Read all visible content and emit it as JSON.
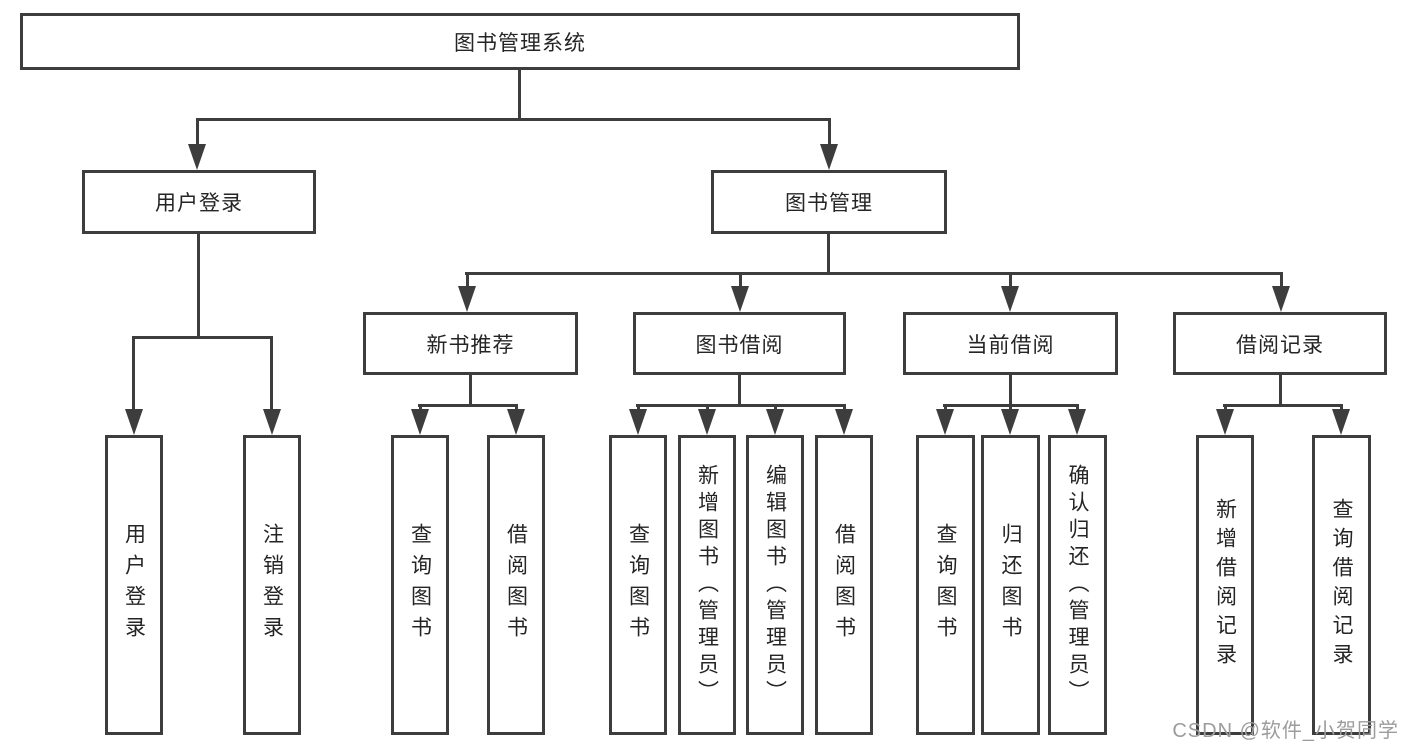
{
  "diagram_type": "hierarchy-tree",
  "colors": {
    "line": "#3d3d3d",
    "box_border": "#3d3d3d",
    "box_fill": "#ffffff",
    "text": "#252525",
    "watermark": "#9c9c9c",
    "background": "#ffffff"
  },
  "tree": {
    "root": {
      "label": "图书管理系统",
      "children": [
        {
          "label": "用户登录",
          "children": [
            {
              "label": "用户登录"
            },
            {
              "label": "注销登录"
            }
          ]
        },
        {
          "label": "图书管理",
          "children": [
            {
              "label": "新书推荐",
              "children": [
                {
                  "label": "查询图书"
                },
                {
                  "label": "借阅图书"
                }
              ]
            },
            {
              "label": "图书借阅",
              "children": [
                {
                  "label": "查询图书"
                },
                {
                  "label": "新增图书（管理员）"
                },
                {
                  "label": "编辑图书（管理员）"
                },
                {
                  "label": "借阅图书"
                }
              ]
            },
            {
              "label": "当前借阅",
              "children": [
                {
                  "label": "查询图书"
                },
                {
                  "label": "归还图书"
                },
                {
                  "label": "确认归还（管理员）"
                }
              ]
            },
            {
              "label": "借阅记录",
              "children": [
                {
                  "label": "新增借阅记录"
                },
                {
                  "label": "查询借阅记录"
                }
              ]
            }
          ]
        }
      ]
    }
  },
  "watermark": {
    "text": "CSDN @软件_小贺同学"
  }
}
